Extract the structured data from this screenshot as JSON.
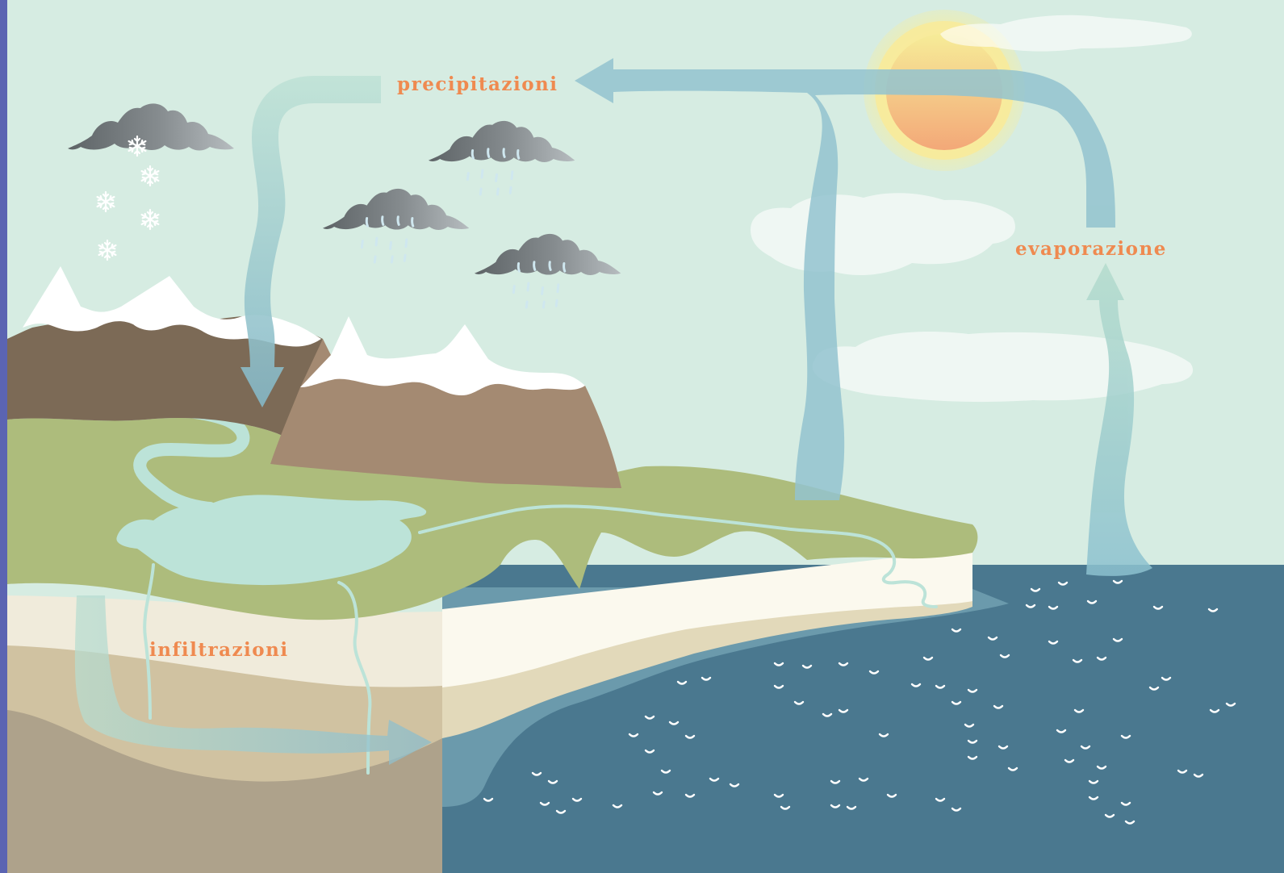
{
  "diagram": {
    "labels": {
      "precipitation": "precipitazioni",
      "evaporation": "evaporazione",
      "infiltration": "infiltrazioni"
    },
    "colors": {
      "sky": "#d6ece2",
      "label": "#ef8a50",
      "sea": "#4a788f",
      "shallow_water": "#6b9aac",
      "grass": "#adbc7c",
      "snow": "#ffffff",
      "mountain_dark": "#7c6a56",
      "mountain_light": "#a48a72",
      "sun": "#f5bd78",
      "arrow_blue": "#93c3cf",
      "arrow_green": "#b7ddd0",
      "river": "#bce3d8",
      "cloud_dark": "#7f8486",
      "left_border": "#5b64b2"
    },
    "icons": [
      "sun-icon",
      "snowflake-icon",
      "raindrop-icon",
      "cloud-icon"
    ]
  }
}
